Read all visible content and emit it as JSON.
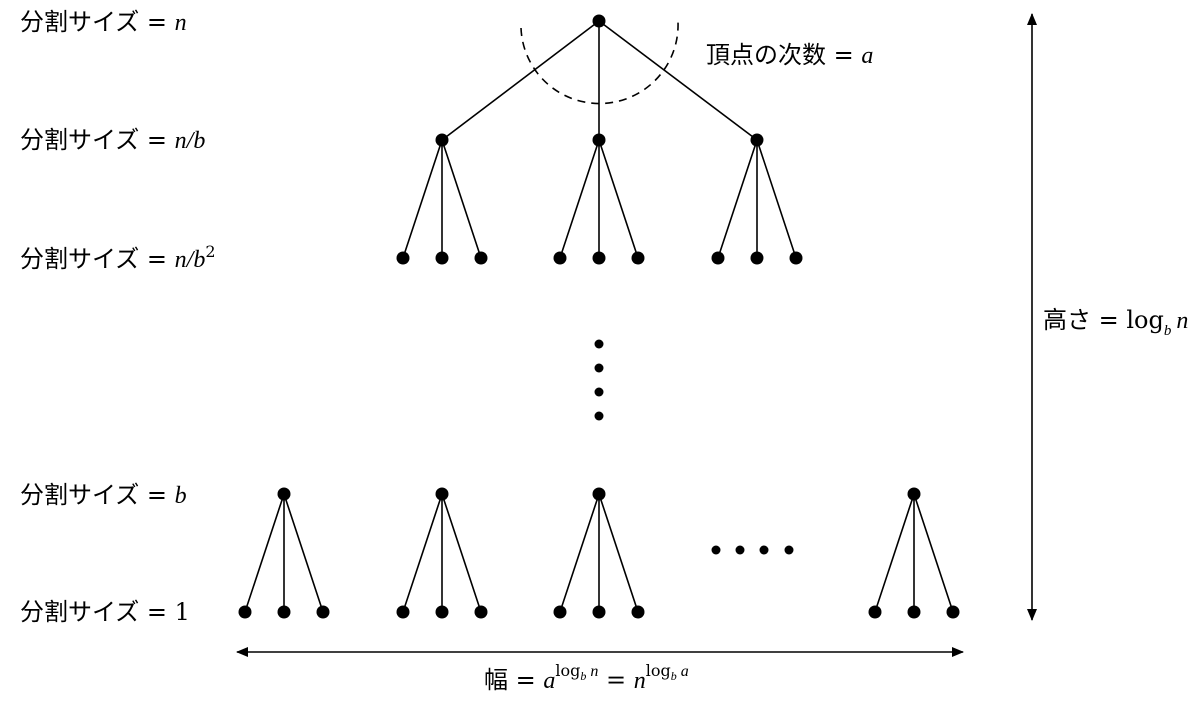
{
  "levels": [
    {
      "label_jp": "分割サイズ = ",
      "label_math": "n",
      "label_sup": ""
    },
    {
      "label_jp": "分割サイズ = ",
      "label_math": "n/b",
      "label_sup": ""
    },
    {
      "label_jp": "分割サイズ = ",
      "label_math": "n/b",
      "label_sup": "2"
    },
    {
      "label_jp": "分割サイズ = ",
      "label_math": "b",
      "label_sup": ""
    },
    {
      "label_jp": "分割サイズ = ",
      "label_math": "1",
      "label_sup": ""
    }
  ],
  "degree_label": {
    "jp": "頂点の次数 = ",
    "math": "a"
  },
  "height_label": {
    "jp": "高さ = ",
    "log": "log",
    "base": "b",
    "arg": "n"
  },
  "width_label": {
    "jp": "幅 = ",
    "a": "a",
    "a_exp_log": "log",
    "a_exp_base": "b",
    "a_exp_arg": "n",
    "eq": " = ",
    "n": "n",
    "n_exp_log": "log",
    "n_exp_base": "b",
    "n_exp_arg": "a"
  },
  "colors": {
    "ink": "#000000",
    "background": "#ffffff"
  }
}
